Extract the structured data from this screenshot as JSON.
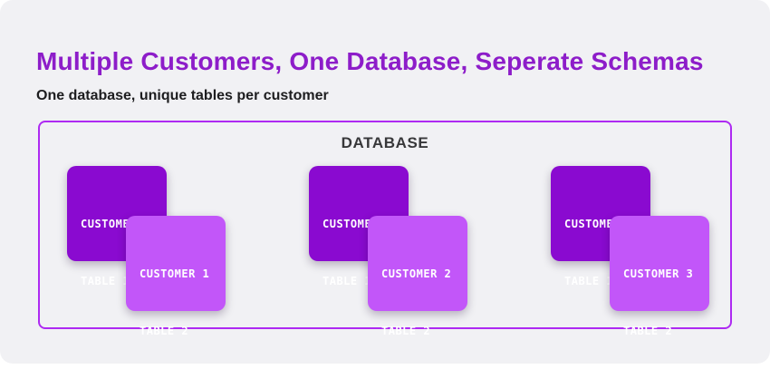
{
  "page": {
    "title": "Multiple Customers, One Database, Seperate Schemas",
    "subtitle": "One database, unique tables per customer"
  },
  "colors": {
    "title_color": "#8d1dc9",
    "subtitle_color": "#1d1d1f",
    "panel_bg": "#f1f1f4",
    "box_border": "#ae2af2",
    "label_color": "#38383a",
    "card_dark": "#8a0ad0",
    "card_light": "#c256f9",
    "card_text": "#ffffff"
  },
  "database": {
    "label": "DATABASE",
    "clusters": [
      {
        "name": "customer-1",
        "tables": [
          {
            "line1": "CUSTOMER 1",
            "line2": "TABLE 1",
            "variant": "dark"
          },
          {
            "line1": "CUSTOMER 1",
            "line2": "TABLE 2",
            "variant": "light"
          }
        ]
      },
      {
        "name": "customer-2",
        "tables": [
          {
            "line1": "CUSTOMER 2",
            "line2": "TABLE 1",
            "variant": "dark"
          },
          {
            "line1": "CUSTOMER 2",
            "line2": "TABLE 2",
            "variant": "light"
          }
        ]
      },
      {
        "name": "customer-3",
        "tables": [
          {
            "line1": "CUSTOMER 3",
            "line2": "TABLE 1",
            "variant": "dark"
          },
          {
            "line1": "CUSTOMER 3",
            "line2": "TABLE 2",
            "variant": "light"
          }
        ]
      }
    ]
  }
}
